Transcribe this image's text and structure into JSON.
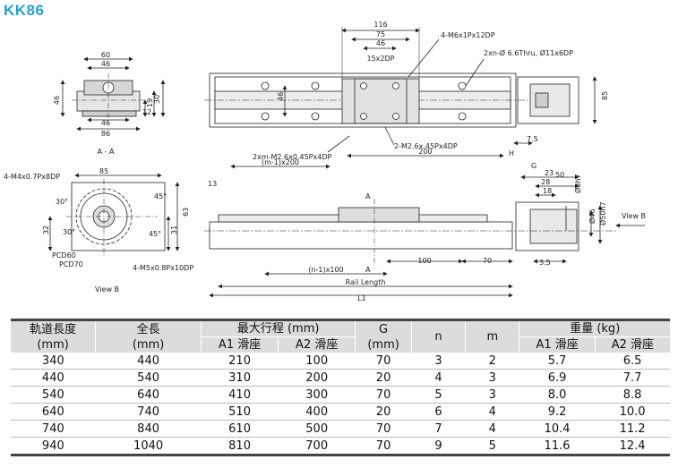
{
  "model": "KK86",
  "drawing": {
    "section_title": "A - A",
    "view_b": "View B",
    "view_b_arrow": "View B",
    "front": {
      "d60": "60",
      "d46": "46",
      "d46v": "46",
      "d46b": "46",
      "d86": "86",
      "d19": "19",
      "d30": "30",
      "d12": "12"
    },
    "top": {
      "d116": "116",
      "d75": "75",
      "d46": "46",
      "d15x2dp": "15x2DP",
      "d46v": "46",
      "d85": "85",
      "m6": "4-M6x1Px12DP",
      "thru": "2xn-Ø 6.6Thru, Ø11x6DP",
      "m26a": "2-M2.6x.45Px4DP",
      "m26b": "2xm-M2.6x0.45Px4DP",
      "d200": "200",
      "m1x200": "(m-1)x200",
      "H": "H",
      "d75b": "7.5"
    },
    "viewb": {
      "m4": "4-M4x0.7Px8DP",
      "d85": "85",
      "a30": "30°",
      "a45": "45°",
      "a30b": "30°",
      "a45b": "45°",
      "d63": "63",
      "d31": "31",
      "d32": "32",
      "pcd60": "PCD60",
      "pcd70": "PCD70",
      "m5": "4-M5x0.8Px10DP"
    },
    "side": {
      "d13": "13",
      "A": "A",
      "A2": "A",
      "d100": "100",
      "d70": "70",
      "n1x100": "(n-1)x100",
      "rail": "Rail Length",
      "L1": "L1",
      "G": "G",
      "d23": "23",
      "d50": "50",
      "d28": "28",
      "d18": "18",
      "d8h7": "Ø8h7",
      "d46": "Ø46",
      "d50h7": "Ø50h7",
      "d35": "3.5"
    }
  },
  "table": {
    "headers": {
      "rail_length": "軌道長度",
      "rail_length_unit": "(mm)",
      "total_length": "全長",
      "total_length_unit": "(mm)",
      "max_stroke": "最大行程 (mm)",
      "a1": "A1 滑座",
      "a2": "A2 滑座",
      "g": "G",
      "g_unit": "(mm)",
      "n": "n",
      "m": "m",
      "weight": "重量 (kg)",
      "w_a1": "A1 滑座",
      "w_a2": "A2 滑座"
    },
    "rows": [
      [
        "340",
        "440",
        "210",
        "100",
        "70",
        "3",
        "2",
        "5.7",
        "6.5"
      ],
      [
        "440",
        "540",
        "310",
        "200",
        "20",
        "4",
        "3",
        "6.9",
        "7.7"
      ],
      [
        "540",
        "640",
        "410",
        "300",
        "70",
        "5",
        "3",
        "8.0",
        "8.8"
      ],
      [
        "640",
        "740",
        "510",
        "400",
        "20",
        "6",
        "4",
        "9.2",
        "10.0"
      ],
      [
        "740",
        "840",
        "610",
        "500",
        "70",
        "7",
        "4",
        "10.4",
        "11.2"
      ],
      [
        "940",
        "1040",
        "810",
        "700",
        "70",
        "9",
        "5",
        "11.6",
        "12.4"
      ]
    ]
  }
}
